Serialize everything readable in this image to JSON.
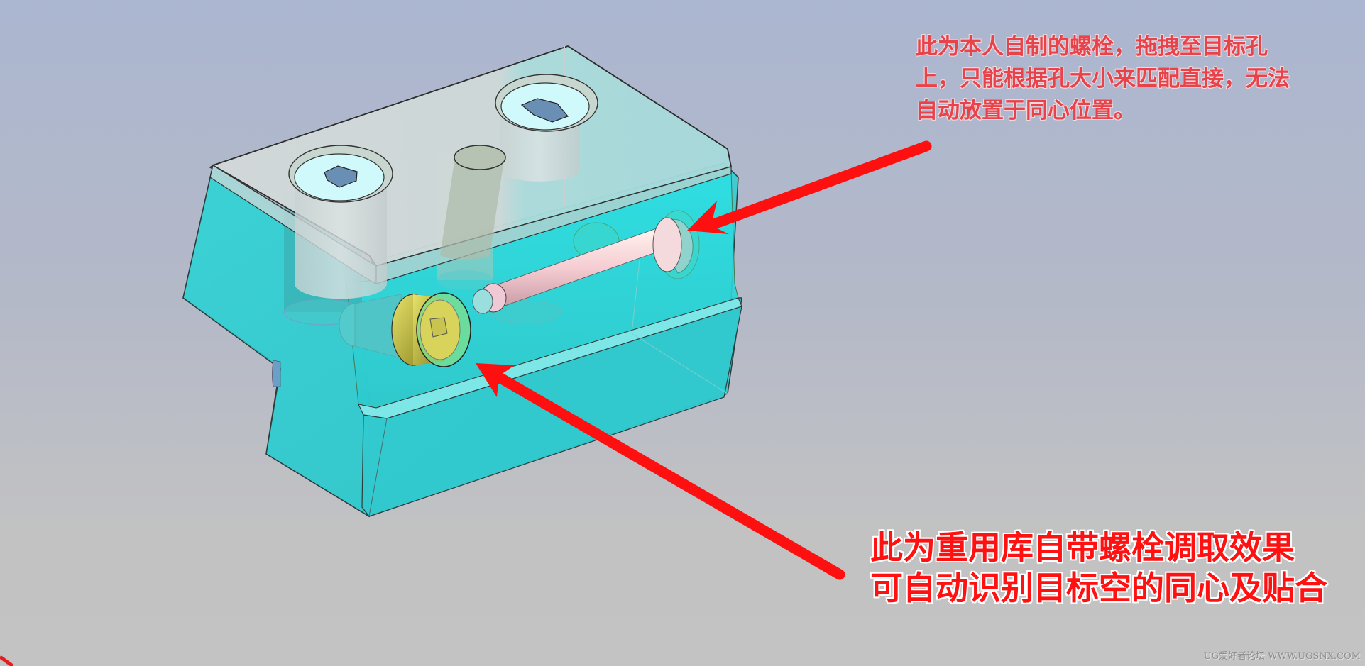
{
  "viewport": {
    "background_top": "#abb6d0",
    "background_bottom": "#c3c3c3"
  },
  "model": {
    "block_color": "#2fd0d4",
    "top_plate_color": "#cfdcdc",
    "library_bolt_color": "#d8d35a",
    "custom_bolt_color": "#f3d2d6",
    "hex_socket_color": "#6a8fb5"
  },
  "annotations": {
    "custom_bolt_note": {
      "lines": [
        "此为本人自制的螺栓，拖拽至目标孔",
        "上，只能根据孔大小来匹配直接，无法",
        "自动放置于同心位置。"
      ],
      "color": "#e8434a"
    },
    "library_bolt_note": {
      "lines": [
        "此为重用库自带螺栓调取效果",
        "可自动识别目标空的同心及贴合"
      ],
      "color": "#ff1111"
    },
    "arrow_color": "#ff1010"
  },
  "watermark": "UG爱好者论坛 WWW.UGSNX.COM"
}
